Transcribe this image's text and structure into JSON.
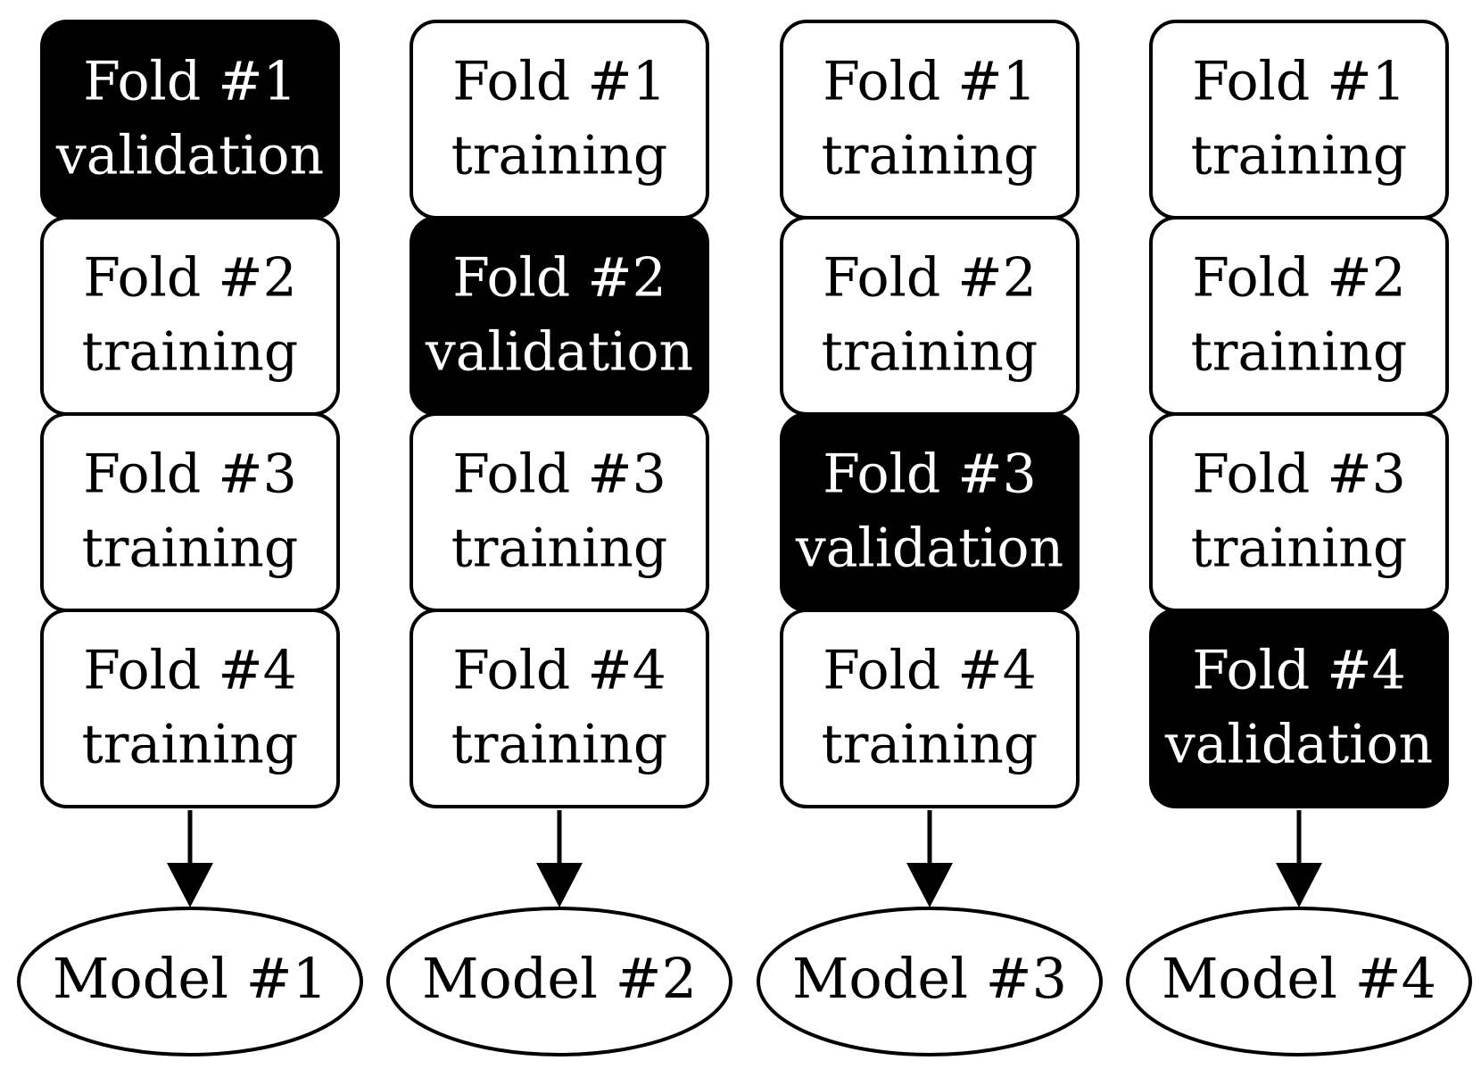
{
  "diagram": {
    "columns": [
      {
        "folds": [
          {
            "title": "Fold #1",
            "role": "validation"
          },
          {
            "title": "Fold #2",
            "role": "training"
          },
          {
            "title": "Fold #3",
            "role": "training"
          },
          {
            "title": "Fold #4",
            "role": "training"
          }
        ],
        "model": "Model #1"
      },
      {
        "folds": [
          {
            "title": "Fold #1",
            "role": "training"
          },
          {
            "title": "Fold #2",
            "role": "validation"
          },
          {
            "title": "Fold #3",
            "role": "training"
          },
          {
            "title": "Fold #4",
            "role": "training"
          }
        ],
        "model": "Model #2"
      },
      {
        "folds": [
          {
            "title": "Fold #1",
            "role": "training"
          },
          {
            "title": "Fold #2",
            "role": "training"
          },
          {
            "title": "Fold #3",
            "role": "validation"
          },
          {
            "title": "Fold #4",
            "role": "training"
          }
        ],
        "model": "Model #3"
      },
      {
        "folds": [
          {
            "title": "Fold #1",
            "role": "training"
          },
          {
            "title": "Fold #2",
            "role": "training"
          },
          {
            "title": "Fold #3",
            "role": "training"
          },
          {
            "title": "Fold #4",
            "role": "validation"
          }
        ],
        "model": "Model #4"
      }
    ],
    "colors": {
      "validation_fill": "#000000",
      "validation_text": "#ffffff",
      "training_fill": "#ffffff",
      "training_text": "#000000",
      "stroke": "#000000"
    }
  }
}
